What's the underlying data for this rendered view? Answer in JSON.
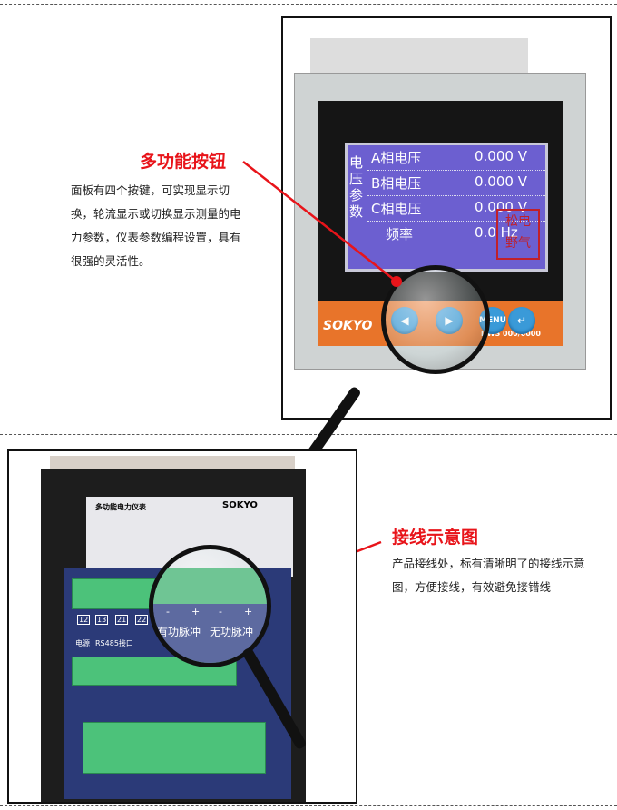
{
  "section1": {
    "title": "多功能按钮",
    "description": "面板有四个按键，可实现显示切换，轮流显示或切换显示测量的电力参数，仪表参数编程设置，具有很强的灵活性。",
    "device": {
      "side_label": "电压参数",
      "rows": [
        {
          "label": "A相电压",
          "value": "0.000 V"
        },
        {
          "label": "B相电压",
          "value": "0.000 V"
        },
        {
          "label": "C相电压",
          "value": "0.000 V"
        },
        {
          "label": "频率",
          "value": "0.0 Hz"
        }
      ],
      "brand": "SOKYO",
      "model": "DWS 000/6000",
      "buttons": [
        {
          "icon": "left-arrow-icon",
          "label": "◀"
        },
        {
          "icon": "right-arrow-icon",
          "label": "▶"
        },
        {
          "icon": "menu-icon",
          "label": "MENU"
        },
        {
          "icon": "enter-icon",
          "label": "↵"
        }
      ]
    }
  },
  "section2": {
    "title": "接线示意图",
    "description": "产品接线处，标有清晰明了的接线示意图，方便接线，有效避免接错线",
    "device": {
      "label_brand": "SOKYO",
      "label_name": "多功能电力仪表",
      "terminal_labels": [
        "12",
        "13",
        "21",
        "22"
      ],
      "power_label": "电源",
      "rs485_label": "RS485接口",
      "lens_text_1": "有功脉冲",
      "lens_text_2": "无功脉冲",
      "lens_signs": [
        "-",
        "+",
        "-",
        "+"
      ]
    }
  },
  "colors": {
    "accent": "#e8141a",
    "lcd": "#6c5fd0",
    "panel": "#e8742a",
    "terminal": "#4cc27a"
  }
}
